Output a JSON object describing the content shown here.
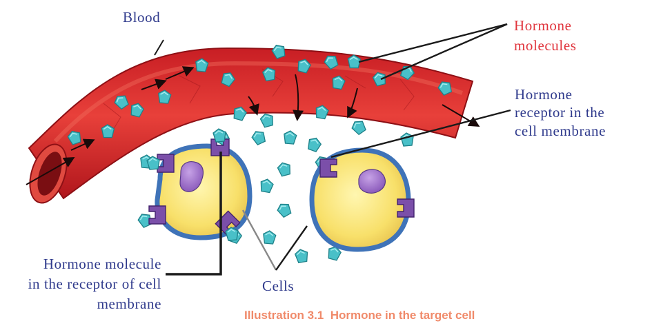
{
  "labels": {
    "blood": "Blood",
    "hormone_molecules_1": "Hormone",
    "hormone_molecules_2": "molecules",
    "receptor_membrane_1": "Hormone",
    "receptor_membrane_2": "receptor in the",
    "receptor_membrane_3": "cell membrane",
    "molecule_in_receptor_1": "Hormone molecule",
    "molecule_in_receptor_2": "in the receptor of cell",
    "molecule_in_receptor_3": "membrane",
    "cells": "Cells"
  },
  "caption": {
    "number": "Illustration 3.1",
    "text": "Hormone in the target cell"
  },
  "colors": {
    "vessel": "#d8262c",
    "hormone": "#3fb8c0",
    "receptor": "#7a4fa8",
    "cell_fill": "#f7e06a",
    "cell_membrane": "#3f73b8",
    "nucleus": "#9c6ac8",
    "label_blue": "#2f3a8c",
    "label_red": "#e0343c",
    "caption": "#f08a6a"
  }
}
